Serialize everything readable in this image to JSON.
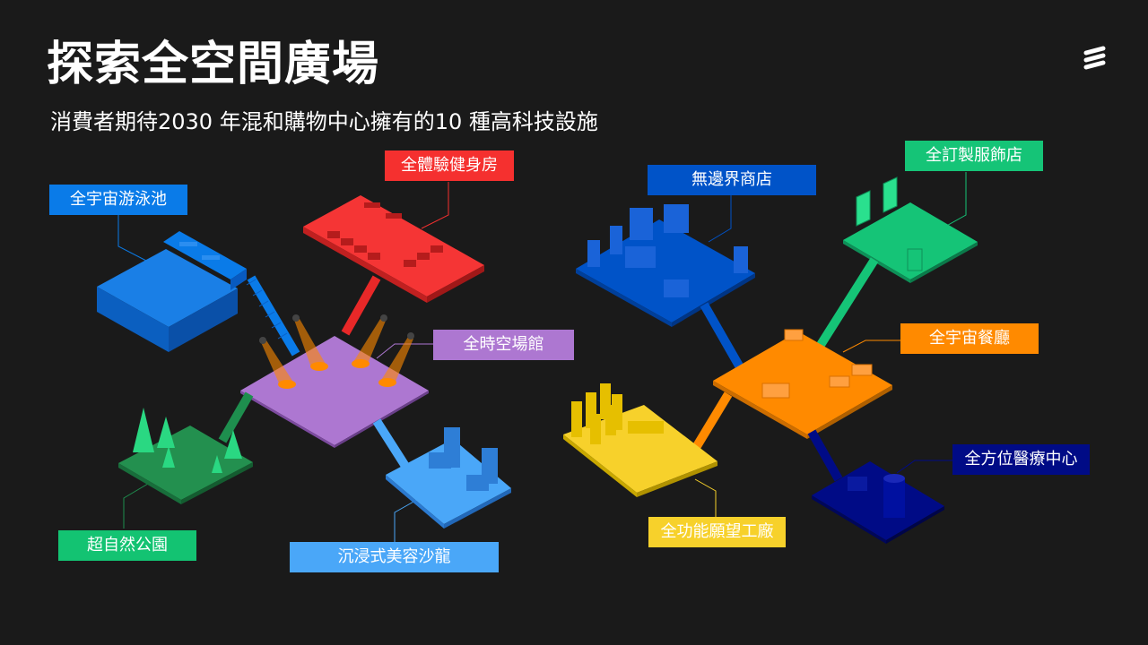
{
  "header": {
    "title": "探索全空間廣場",
    "subtitle": "消費者期待2030 年混和購物中心擁有的10 種高科技設施",
    "logo_icon": "ericsson-logo-icon"
  },
  "facilities": [
    {
      "id": "pool",
      "label": "全宇宙游泳池",
      "color": "#0a7be8"
    },
    {
      "id": "gym",
      "label": "全體驗健身房",
      "color": "#f5302f"
    },
    {
      "id": "arena",
      "label": "全時空場館",
      "color": "#ad77d1"
    },
    {
      "id": "park",
      "label": "超自然公園",
      "color": "#13c372"
    },
    {
      "id": "salon",
      "label": "沉浸式美容沙龍",
      "color": "#4aa7f8"
    },
    {
      "id": "store",
      "label": "無邊界商店",
      "color": "#0053c8"
    },
    {
      "id": "tailor",
      "label": "全訂製服飾店",
      "color": "#15c477"
    },
    {
      "id": "restaurant",
      "label": "全宇宙餐廳",
      "color": "#ff8a00"
    },
    {
      "id": "factory",
      "label": "全功能願望工廠",
      "color": "#f7d12b"
    },
    {
      "id": "medical",
      "label": "全方位醫療中心",
      "color": "#000b86"
    }
  ]
}
